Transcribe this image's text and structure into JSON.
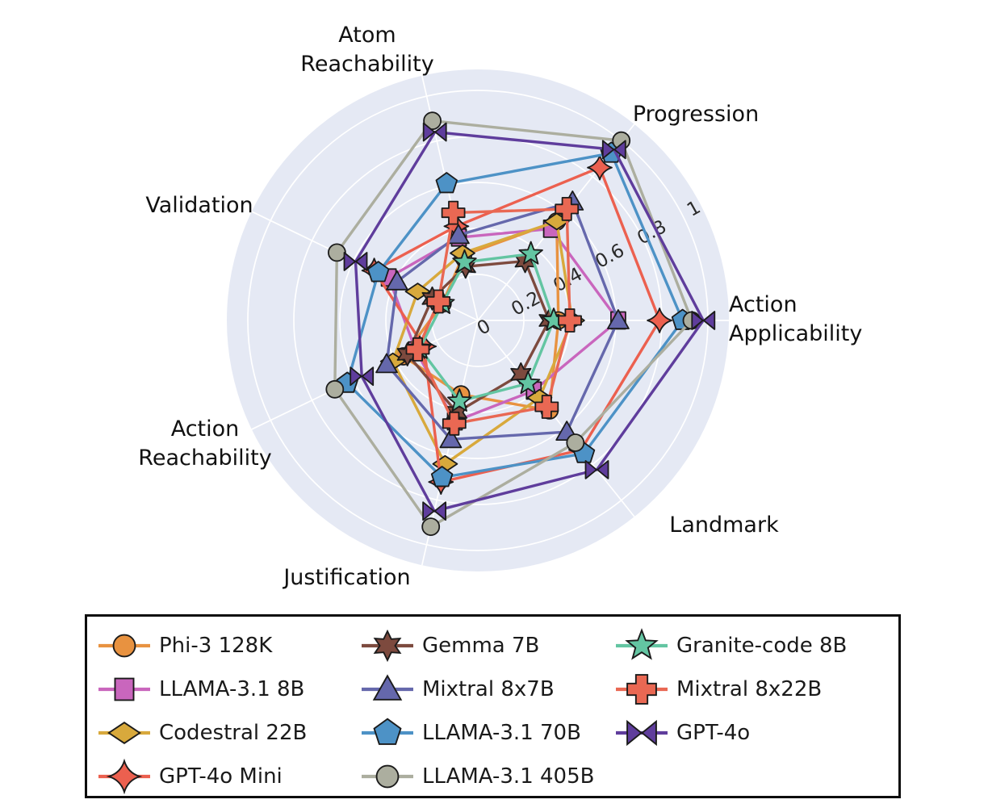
{
  "chart_data": {
    "type": "radar",
    "title": "",
    "rlim": [
      0,
      1
    ],
    "grid": true,
    "r_ticks": [
      {
        "value": 0,
        "label": "0"
      },
      {
        "value": 0.2,
        "label": "0.2"
      },
      {
        "value": 0.4,
        "label": "0.4"
      },
      {
        "value": 0.6,
        "label": "0.6"
      },
      {
        "value": 0.8,
        "label": "0.8"
      },
      {
        "value": 1,
        "label": "1"
      }
    ],
    "axes": [
      {
        "id": "action-applicability",
        "lines": [
          "Action",
          "Applicability"
        ]
      },
      {
        "id": "progression",
        "lines": [
          "Progression"
        ]
      },
      {
        "id": "atom-reachability",
        "lines": [
          "Atom",
          "Reachability"
        ]
      },
      {
        "id": "validation",
        "lines": [
          "Validation"
        ]
      },
      {
        "id": "action-reachability",
        "lines": [
          "Action",
          "Reachability"
        ]
      },
      {
        "id": "justification",
        "lines": [
          "Justification"
        ]
      },
      {
        "id": "landmark",
        "lines": [
          "Landmark"
        ]
      }
    ],
    "axis_order_note": "values arrays follow axes order above, angles counterclockwise starting at 0deg (east)",
    "series": [
      {
        "name": "Phi-3 128K",
        "slug": "phi-3-128k",
        "color": "#E89240",
        "marker": "circle",
        "values": [
          0.35,
          0.55,
          0.29,
          0.17,
          0.36,
          0.33,
          0.5
        ]
      },
      {
        "name": "LLAMA-3.1 8B",
        "slug": "llama-3-1-8b",
        "color": "#C966BD",
        "marker": "square",
        "values": [
          0.61,
          0.51,
          0.37,
          0.43,
          0.3,
          0.45,
          0.39
        ]
      },
      {
        "name": "Codestral 22B",
        "slug": "codestral-22b",
        "color": "#D8A93C",
        "marker": "diamond",
        "values": [
          0.41,
          0.55,
          0.3,
          0.29,
          0.41,
          0.64,
          0.43
        ]
      },
      {
        "name": "GPT-4o Mini",
        "slug": "gpt-4o-mini",
        "color": "#EC604F",
        "marker": "star4",
        "values": [
          0.79,
          0.85,
          0.42,
          0.5,
          0.26,
          0.72,
          0.72
        ]
      },
      {
        "name": "Gemma 7B",
        "slug": "gemma-7b",
        "color": "#7D4A3E",
        "marker": "star6",
        "values": [
          0.31,
          0.33,
          0.24,
          0.22,
          0.34,
          0.41,
          0.3
        ]
      },
      {
        "name": "Mixtral 8x7B",
        "slug": "mixtral-8x7b",
        "color": "#6568AC",
        "marker": "triangle",
        "values": [
          0.61,
          0.66,
          0.38,
          0.39,
          0.44,
          0.53,
          0.62
        ]
      },
      {
        "name": "LLAMA-3.1 70B",
        "slug": "llama-3-1-70b",
        "color": "#4D92C6",
        "marker": "pentagon",
        "values": [
          0.89,
          0.93,
          0.61,
          0.48,
          0.63,
          0.7,
          0.74
        ]
      },
      {
        "name": "LLAMA-3.1 405B",
        "slug": "llama-3-1-405b",
        "color": "#ACAE9F",
        "marker": "circle",
        "values": [
          0.93,
          1.0,
          0.89,
          0.68,
          0.69,
          0.92,
          0.68
        ]
      },
      {
        "name": "Granite-code 8B",
        "slug": "granite-code-8b",
        "color": "#63C5A2",
        "marker": "star5",
        "values": [
          0.33,
          0.37,
          0.26,
          0.17,
          0.28,
          0.36,
          0.35
        ]
      },
      {
        "name": "Mixtral 8x22B",
        "slug": "mixtral-8x22b",
        "color": "#E96853",
        "marker": "plus",
        "values": [
          0.4,
          0.62,
          0.48,
          0.19,
          0.29,
          0.46,
          0.48
        ]
      },
      {
        "name": "GPT-4o",
        "slug": "gpt-4o",
        "color": "#5F3D9C",
        "marker": "bowtie",
        "values": [
          0.98,
          0.95,
          0.84,
          0.59,
          0.56,
          0.85,
          0.83
        ]
      }
    ],
    "legend": {
      "position": "bottom",
      "columns": [
        [
          0,
          1,
          2,
          3
        ],
        [
          4,
          5,
          6,
          7
        ],
        [
          8,
          9,
          10
        ]
      ]
    },
    "colors": {
      "plot_background": "#E5E9F4",
      "gridline": "#FFFFFF",
      "marker_edge": "#1B1B1B",
      "tick_text": "#2A2A2A",
      "label_text": "#111111"
    }
  }
}
